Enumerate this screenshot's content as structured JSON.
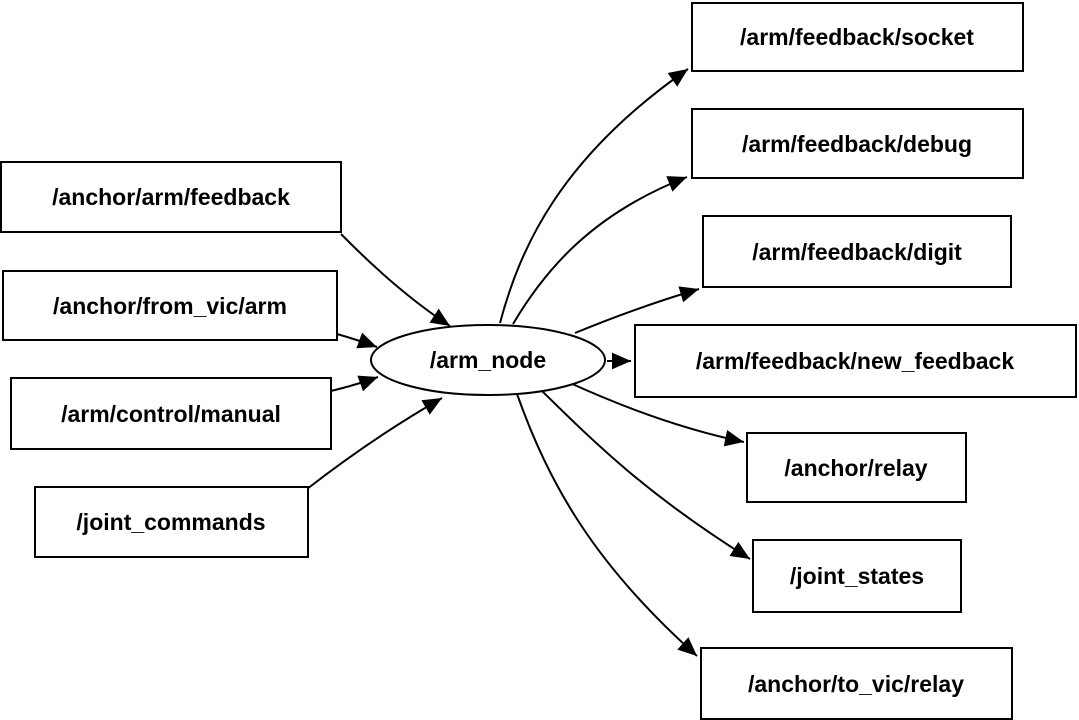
{
  "diagram": {
    "kind": "node-topic-graph",
    "center_node": {
      "label": "/arm_node"
    },
    "input_topics": [
      {
        "label": "/anchor/arm/feedback"
      },
      {
        "label": "/anchor/from_vic/arm"
      },
      {
        "label": "/arm/control/manual"
      },
      {
        "label": "/joint_commands"
      }
    ],
    "output_topics": [
      {
        "label": "/arm/feedback/socket"
      },
      {
        "label": "/arm/feedback/debug"
      },
      {
        "label": "/arm/feedback/digit"
      },
      {
        "label": "/arm/feedback/new_feedback"
      },
      {
        "label": "/anchor/relay"
      },
      {
        "label": "/joint_states"
      },
      {
        "label": "/anchor/to_vic/relay"
      }
    ],
    "edges": [
      {
        "from": "/anchor/arm/feedback",
        "to": "/arm_node"
      },
      {
        "from": "/anchor/from_vic/arm",
        "to": "/arm_node"
      },
      {
        "from": "/arm/control/manual",
        "to": "/arm_node"
      },
      {
        "from": "/joint_commands",
        "to": "/arm_node"
      },
      {
        "from": "/arm_node",
        "to": "/arm/feedback/socket"
      },
      {
        "from": "/arm_node",
        "to": "/arm/feedback/debug"
      },
      {
        "from": "/arm_node",
        "to": "/arm/feedback/digit"
      },
      {
        "from": "/arm_node",
        "to": "/arm/feedback/new_feedback"
      },
      {
        "from": "/arm_node",
        "to": "/anchor/relay"
      },
      {
        "from": "/arm_node",
        "to": "/joint_states"
      },
      {
        "from": "/arm_node",
        "to": "/anchor/to_vic/relay"
      }
    ],
    "colors": {
      "background": "#ffffff",
      "stroke": "#000000",
      "text": "#000000"
    }
  }
}
